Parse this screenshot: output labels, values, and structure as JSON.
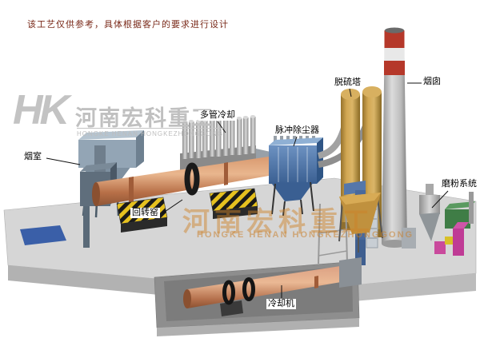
{
  "note": {
    "text": "该工艺仅供参考，具体根据客户的要求进行设计"
  },
  "brand": {
    "logo": "HK",
    "name_cn": "河南宏科重工",
    "name_en": "HONGKE HENAN HONGKEZHONGGONG"
  },
  "watermark": {
    "name_cn": "河南宏科重工",
    "name_en": "HONGKE HENAN HONGKEZHONGGONG"
  },
  "labels": {
    "smoke_chamber": "烟室",
    "multi_tube_cooler": "多管冷却",
    "pulse_dust_collector": "脉冲除尘器",
    "desulfurization_tower": "脱硫塔",
    "chimney": "烟囱",
    "grinding_system": "磨粉系统",
    "rotary_kiln": "回转窑",
    "cooling_machine": "冷却机"
  },
  "colors": {
    "note_text": "#7a2a1a",
    "kiln_body": "#c9845f",
    "dust_collector_blue": "#4f7fb5",
    "tower_tan": "#c89a4e",
    "chimney_band_red": "#b5382a",
    "hazard_yellow": "#e6c11f",
    "platform_grey": "#d6d6d6",
    "watermark_orange": "#cd8228",
    "watermark_grey": "#bfbfbf"
  }
}
